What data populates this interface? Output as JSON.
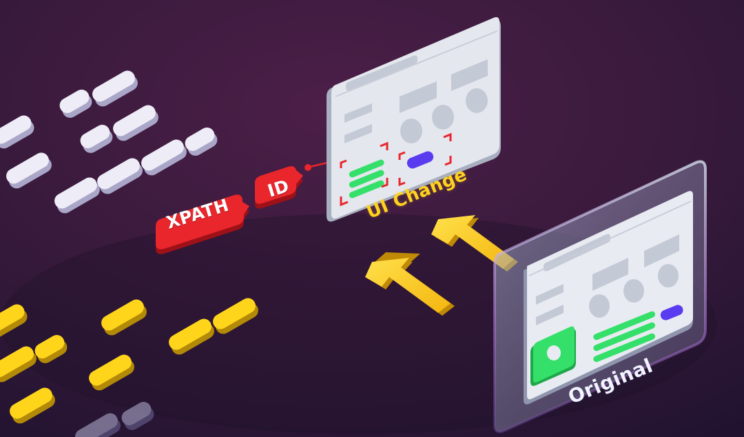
{
  "tags": {
    "xpath": "XPATH",
    "id": "ID"
  },
  "panels": {
    "changed_label": "UI Change",
    "original_label": "Original"
  },
  "colors": {
    "background_top": "#4a1f48",
    "background_bottom": "#241432",
    "tag_red": "#e8262b",
    "label_yellow": "#ffd21e",
    "arrow_yellow": "#ffc61a",
    "element_green": "#35e06a",
    "element_purple": "#5a3cf0",
    "selection_red": "#e8262b",
    "pill_white": "#ecebf5",
    "panel_gray": "#e4e7ee"
  },
  "icons": [
    "arrow-up-left-icon"
  ]
}
